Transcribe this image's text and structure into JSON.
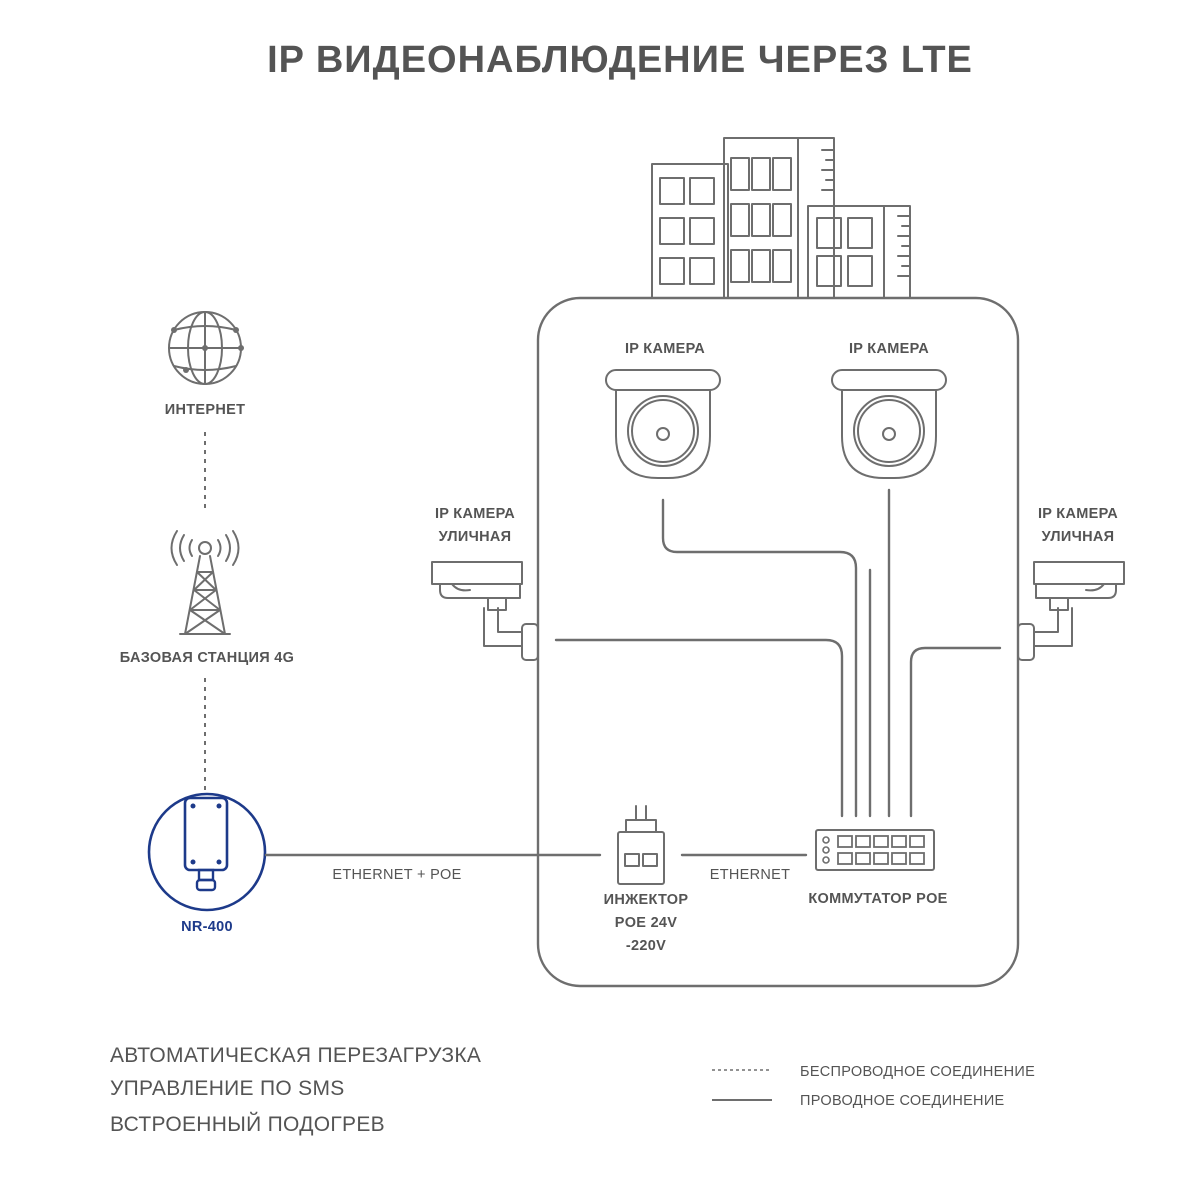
{
  "title": "IP ВИДЕОНАБЛЮДЕНИЕ ЧЕРЕЗ LTE",
  "colors": {
    "line": "#6e6e6e",
    "text": "#545454",
    "accent": "#1d3a8a"
  },
  "icons": {
    "internet": "globe-icon",
    "base_station": "cell-tower-icon",
    "router": "lte-router-icon",
    "building": "building-icon",
    "dome_camera": "dome-camera-icon",
    "bullet_camera": "bullet-camera-icon",
    "injector": "poe-injector-icon",
    "switch": "network-switch-icon"
  },
  "nodes": {
    "internet": "ИНТЕРНЕТ",
    "base_station": "БАЗОВАЯ СТАНЦИЯ 4G",
    "router": "NR-400",
    "camera_left": "IP КАМЕРА",
    "camera_right": "IP КАМЕРА",
    "street_left": [
      "IP КАМЕРА",
      "УЛИЧНАЯ"
    ],
    "street_right": [
      "IP КАМЕРА",
      "УЛИЧНАЯ"
    ],
    "injector": [
      "ИНЖЕКТОР",
      "POE 24V",
      "-220V"
    ],
    "switch": "КОММУТАТОР POE"
  },
  "links": {
    "router_injector": "ETHERNET + POE",
    "injector_switch": "ETHERNET"
  },
  "features": [
    "АВТОМАТИЧЕСКАЯ ПЕРЕЗАГРУЗКА",
    "УПРАВЛЕНИЕ ПО SMS",
    "ВСТРОЕННЫЙ ПОДОГРЕВ"
  ],
  "legend": {
    "wireless": "БЕСПРОВОДНОЕ СОЕДИНЕНИЕ",
    "wired": "ПРОВОДНОЕ СОЕДИНЕНИЕ"
  }
}
